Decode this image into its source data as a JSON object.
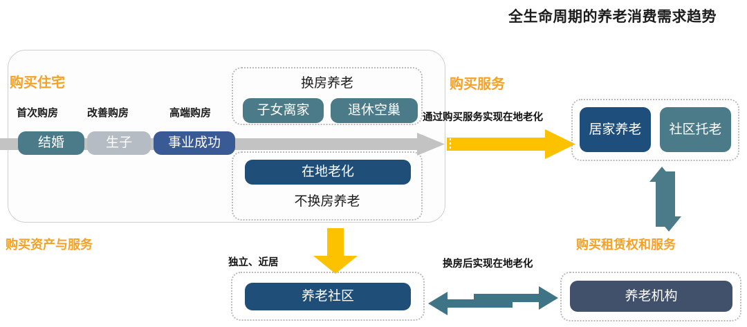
{
  "title": "全生命周期的养老消费需求趋势",
  "sections": {
    "buy_home": "购买住宅",
    "buy_service": "购买服务",
    "buy_asset_service": "购买资产与服务",
    "buy_lease_service": "购买租赁权和服务"
  },
  "lifecycle": {
    "captions": [
      "首次购房",
      "改善购房",
      "高端购房"
    ],
    "stages": [
      {
        "label": "结婚",
        "color": "#4b7b88"
      },
      {
        "label": "生子",
        "color": "#b5bcc3"
      },
      {
        "label": "事业成功",
        "color": "#3a5a96"
      }
    ]
  },
  "swap_box": {
    "title": "换房养老",
    "items": [
      {
        "label": "子女离家",
        "color": "#4b7b88"
      },
      {
        "label": "退休空巢",
        "color": "#4b7b88"
      }
    ]
  },
  "noswap_box": {
    "title": "不换房养老",
    "items": [
      {
        "label": "在地老化",
        "color": "#1f4e79"
      }
    ]
  },
  "care_box": {
    "items": [
      {
        "label": "居家\n养老",
        "line1": "居家",
        "line2": "养老",
        "color": "#1e4f7c"
      },
      {
        "label": "社区\n托老",
        "line1": "社区",
        "line2": "托老",
        "color": "#4b7b88"
      }
    ]
  },
  "community_box": {
    "items": [
      {
        "label": "养老社区",
        "color": "#1f4e79"
      }
    ]
  },
  "institution_box": {
    "items": [
      {
        "label": "养老机构",
        "color": "#41506b"
      }
    ]
  },
  "connectors": {
    "via_purchase_service": "通过购买服务实现在地老化",
    "independent_nearby": "独立、近居",
    "after_swap_aging_in_place": "换房后实现在地老化"
  },
  "colors": {
    "orange": "#f5a125",
    "yellow_arrow": "#fcc200",
    "teal": "#4b7b88",
    "gray_arrow": "#c3c3c3",
    "navy": "#1f4e79",
    "slate": "#41506b",
    "dashed_border": "#b9b9b9"
  }
}
